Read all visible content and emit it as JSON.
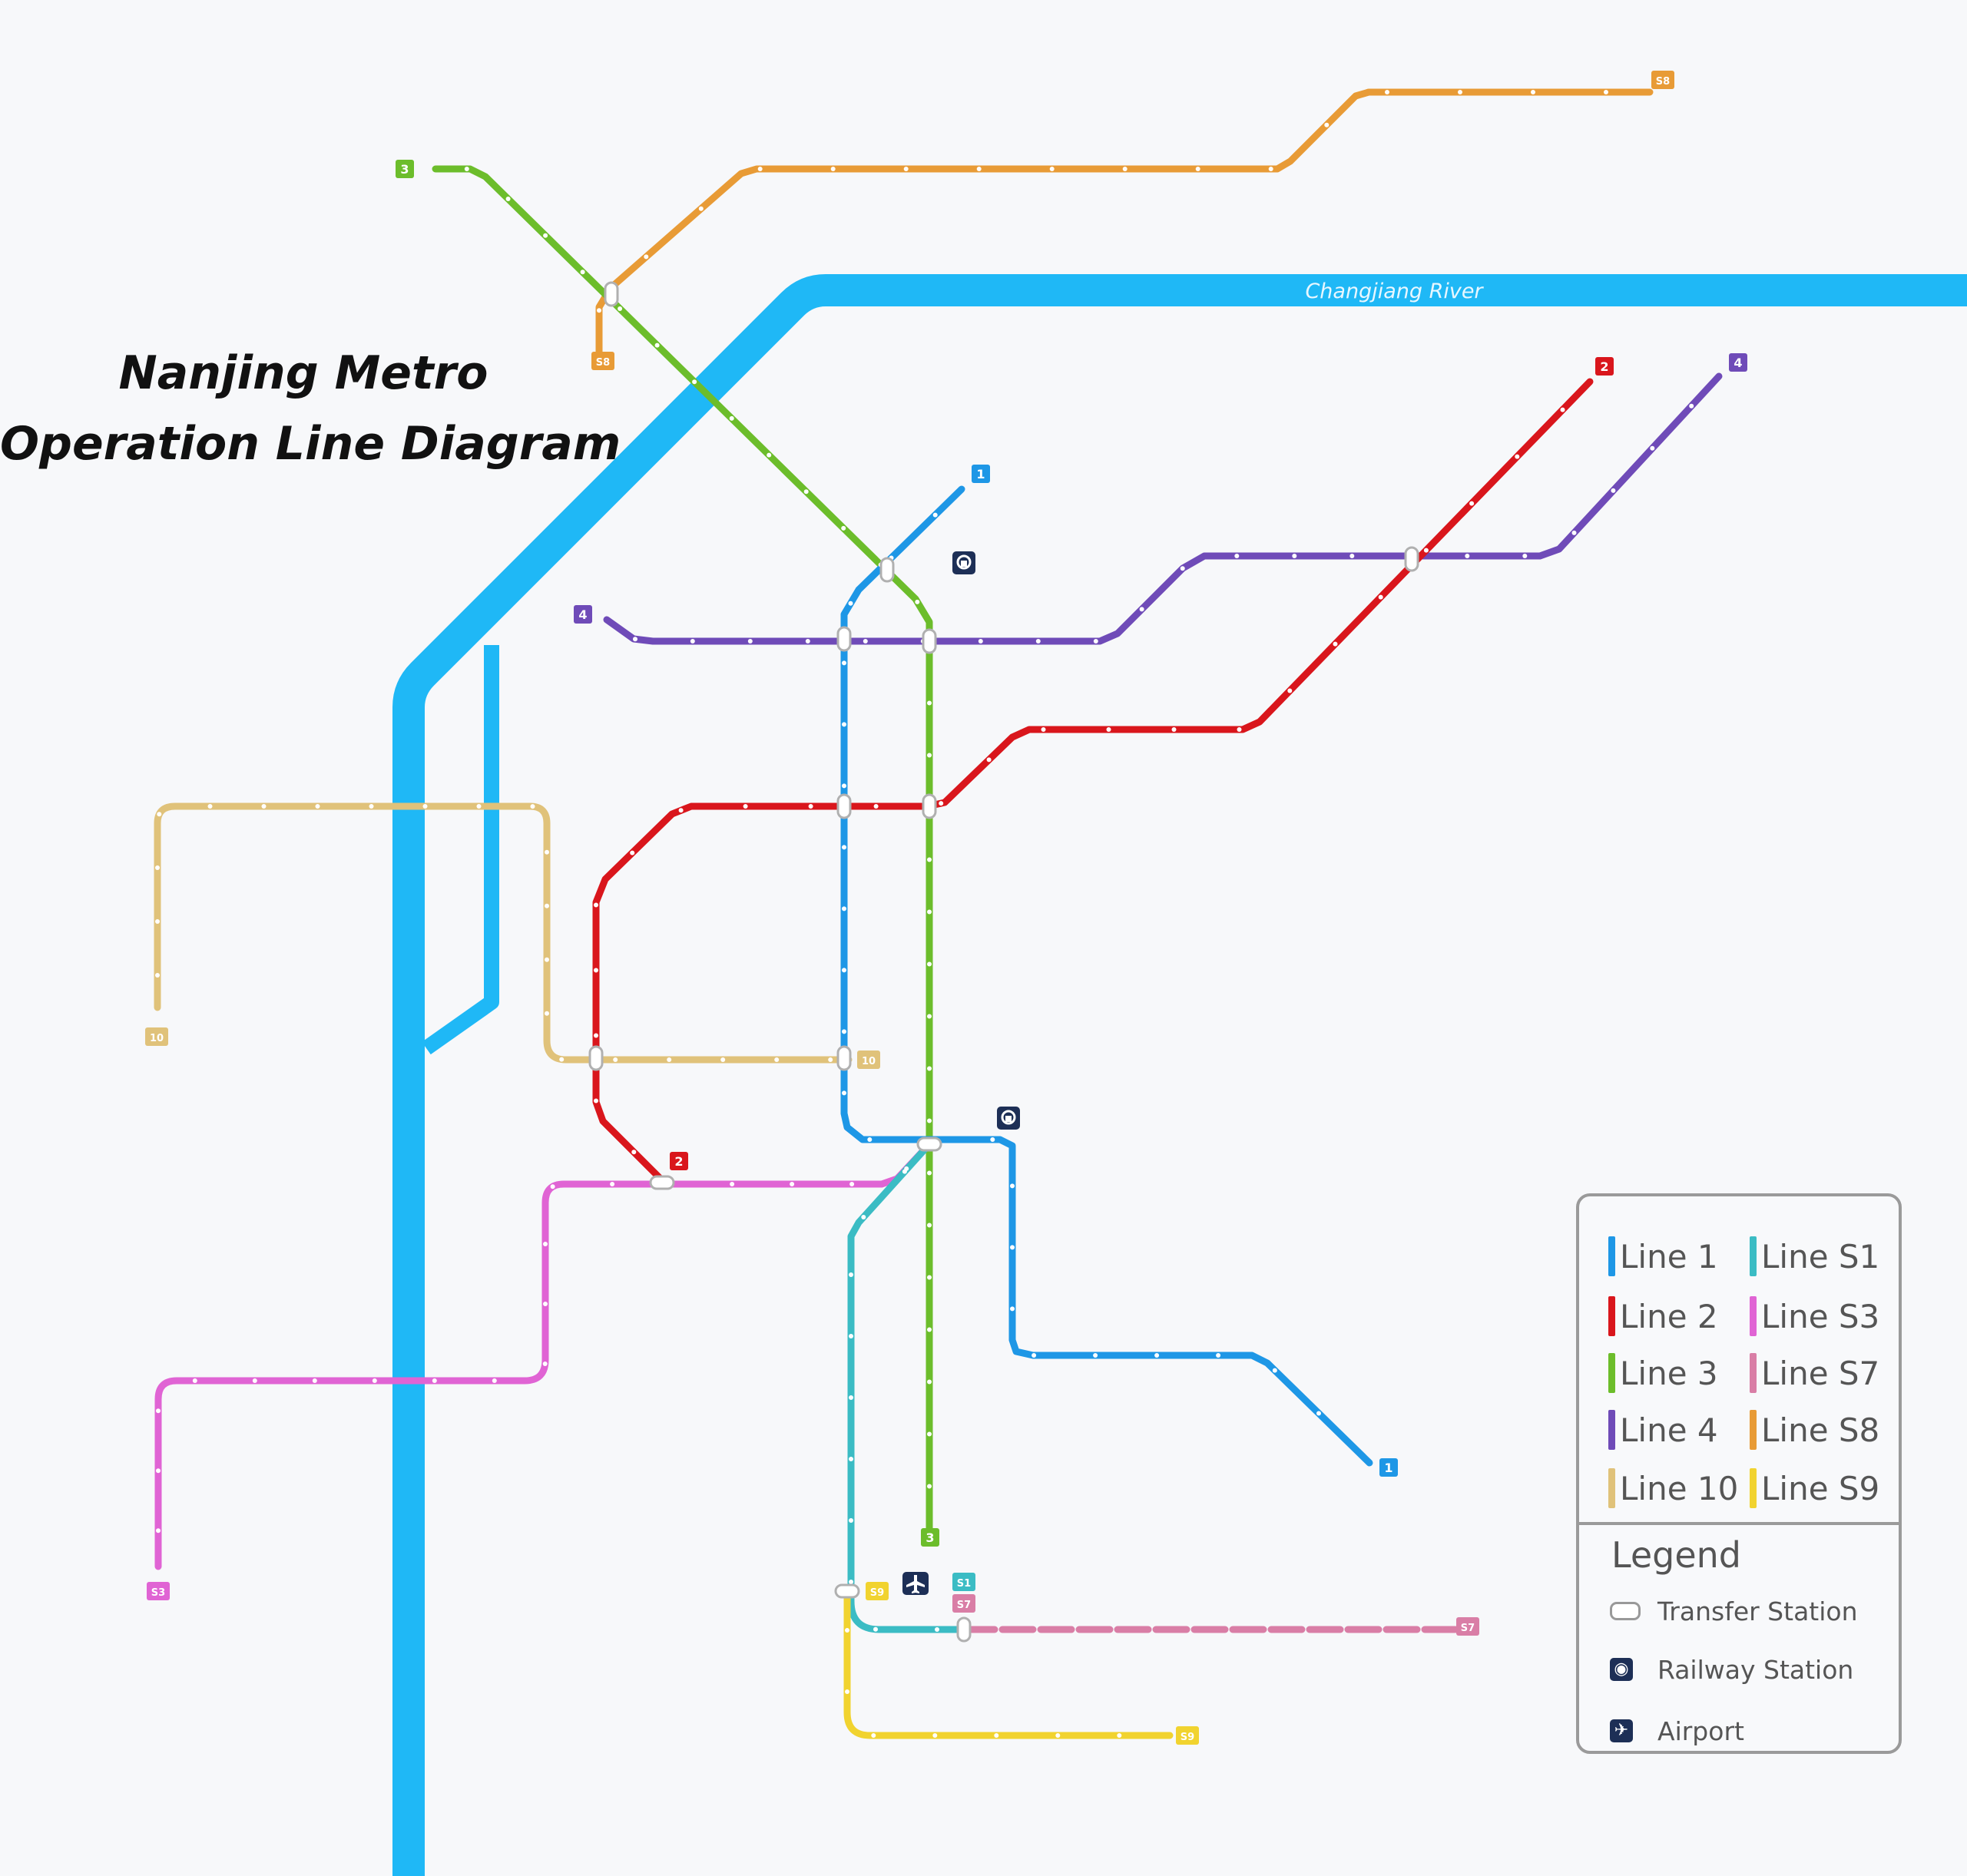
{
  "title": {
    "line1": "Nanjing Metro",
    "line2": "Operation Line Diagram"
  },
  "river": {
    "label": "Changjiang River",
    "color": "#1fb8f6"
  },
  "colors": {
    "line1": "#1e97e6",
    "line2": "#d9161c",
    "line3": "#6cbd2b",
    "line4": "#6f4bb8",
    "line10": "#e0c27a",
    "lineS1": "#3bbcc4",
    "lineS3": "#e064d4",
    "lineS7": "#d97ea6",
    "lineS8": "#e89b36",
    "lineS9": "#f1d32f",
    "icon": "#1d2f56"
  },
  "terminal_labels": {
    "line1": "1",
    "line2": "2",
    "line3": "3",
    "line4": "4",
    "line10": "10",
    "lineS1": "S1",
    "lineS3": "S3",
    "lineS7": "S7",
    "lineS8": "S8",
    "lineS9": "S9"
  },
  "legend": {
    "lines": [
      {
        "label": "Line 1",
        "color": "#1e97e6"
      },
      {
        "label": "Line 2",
        "color": "#d9161c"
      },
      {
        "label": "Line 3",
        "color": "#6cbd2b"
      },
      {
        "label": "Line 4",
        "color": "#6f4bb8"
      },
      {
        "label": "Line 10",
        "color": "#e0c27a"
      },
      {
        "label": "Line S1",
        "color": "#3bbcc4"
      },
      {
        "label": "Line S3",
        "color": "#e064d4"
      },
      {
        "label": "Line S7",
        "color": "#d97ea6"
      },
      {
        "label": "Line S8",
        "color": "#e89b36"
      },
      {
        "label": "Line S9",
        "color": "#f1d32f"
      }
    ],
    "heading": "Legend",
    "transfer": "Transfer Station",
    "railway": "Railway Station",
    "airport": "Airport"
  },
  "icons": {
    "railway": "railway-station-icon",
    "airport": "airport-icon",
    "transfer": "transfer-station-icon"
  }
}
